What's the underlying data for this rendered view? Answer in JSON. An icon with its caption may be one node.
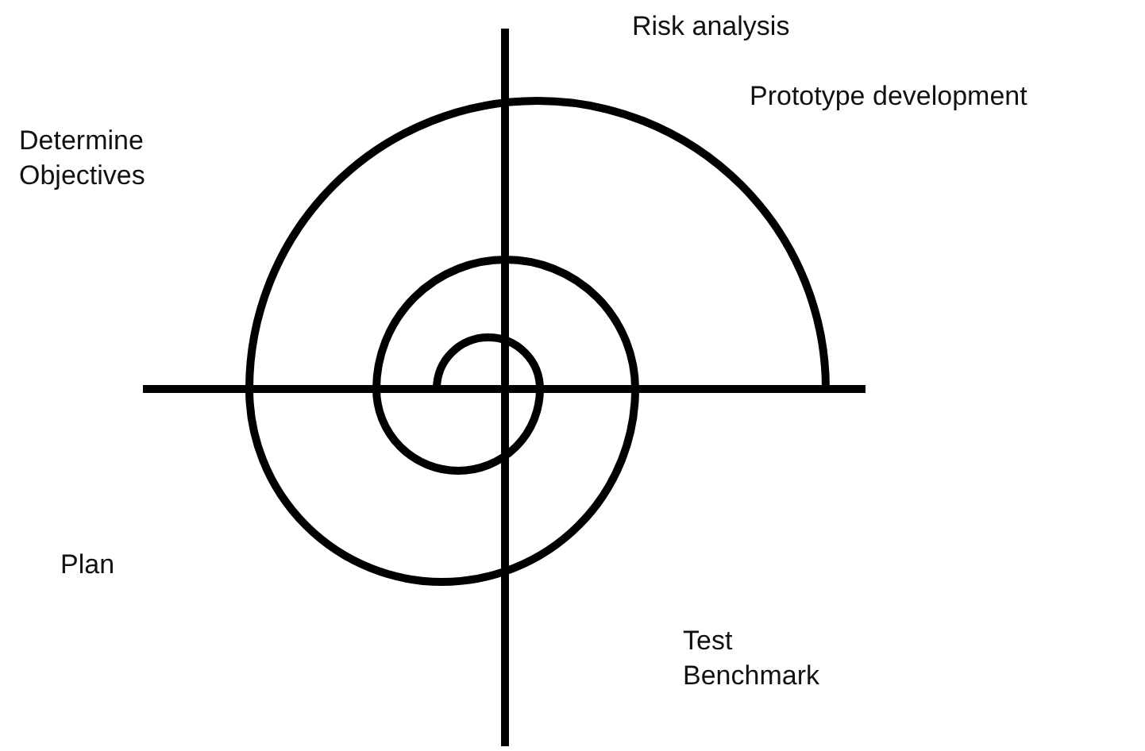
{
  "diagram": {
    "labels": [
      "Risk analysis",
      "Prototype development",
      "Determine Objectives",
      "Plan",
      "Test Benchmark"
    ]
  }
}
